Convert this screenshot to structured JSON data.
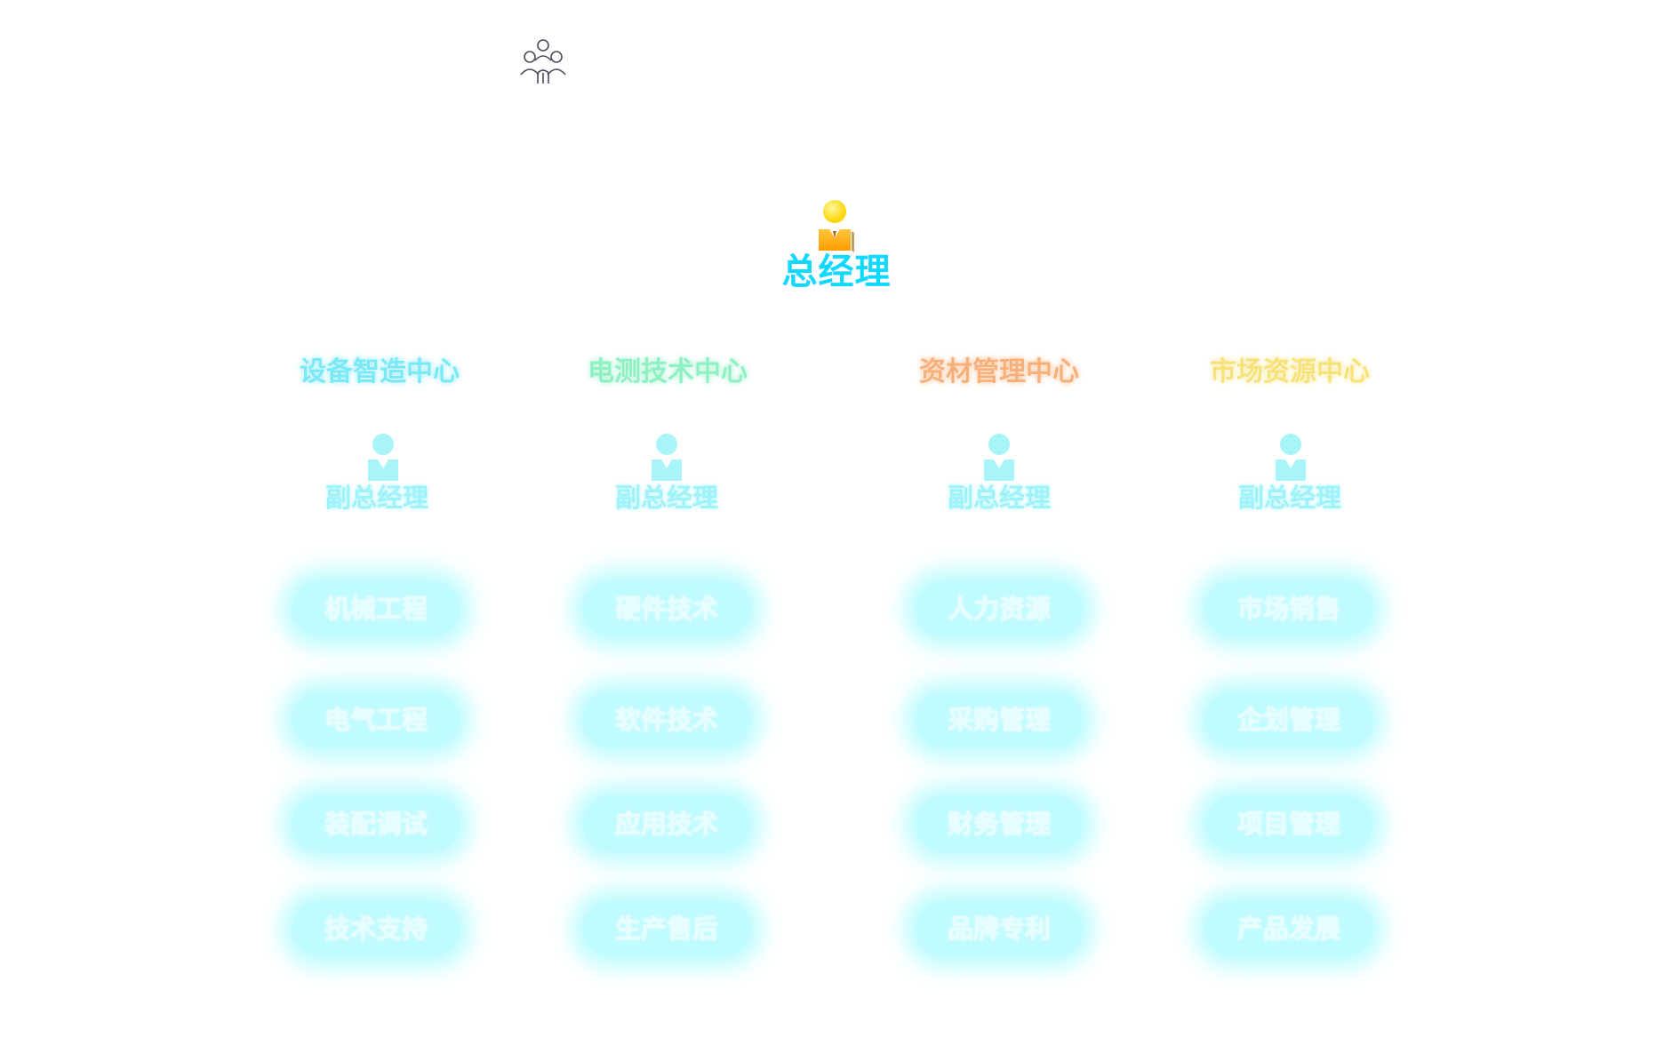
{
  "top": {
    "general_manager": "总经理",
    "general_manager_color": "#10d8ff",
    "team_icon": "team-icon",
    "person_icon": "person-icon"
  },
  "centers": [
    {
      "title": "设备智造中心",
      "title_color": "#7be8f6",
      "vp": "副总经理",
      "departments": [
        "机械工程",
        "电气工程",
        "装配调试",
        "技术支持"
      ]
    },
    {
      "title": "电测技术中心",
      "title_color": "#8ff0c4",
      "vp": "副总经理",
      "departments": [
        "硬件技术",
        "软件技术",
        "应用技术",
        "生产售后"
      ]
    },
    {
      "title": "资材管理中心",
      "title_color": "#f7b07a",
      "vp": "副总经理",
      "departments": [
        "人力资源",
        "采购管理",
        "财务管理",
        "品牌专利"
      ]
    },
    {
      "title": "市场资源中心",
      "title_color": "#f7e27a",
      "vp": "副总经理",
      "departments": [
        "市场销售",
        "企划管理",
        "项目管理",
        "产品发展"
      ]
    }
  ],
  "colors": {
    "vp_icon": "#a8f4f9",
    "department_glow": "#8cf8ff",
    "gm_icon_head": "#ffe600",
    "gm_icon_body": "#ffb000"
  }
}
